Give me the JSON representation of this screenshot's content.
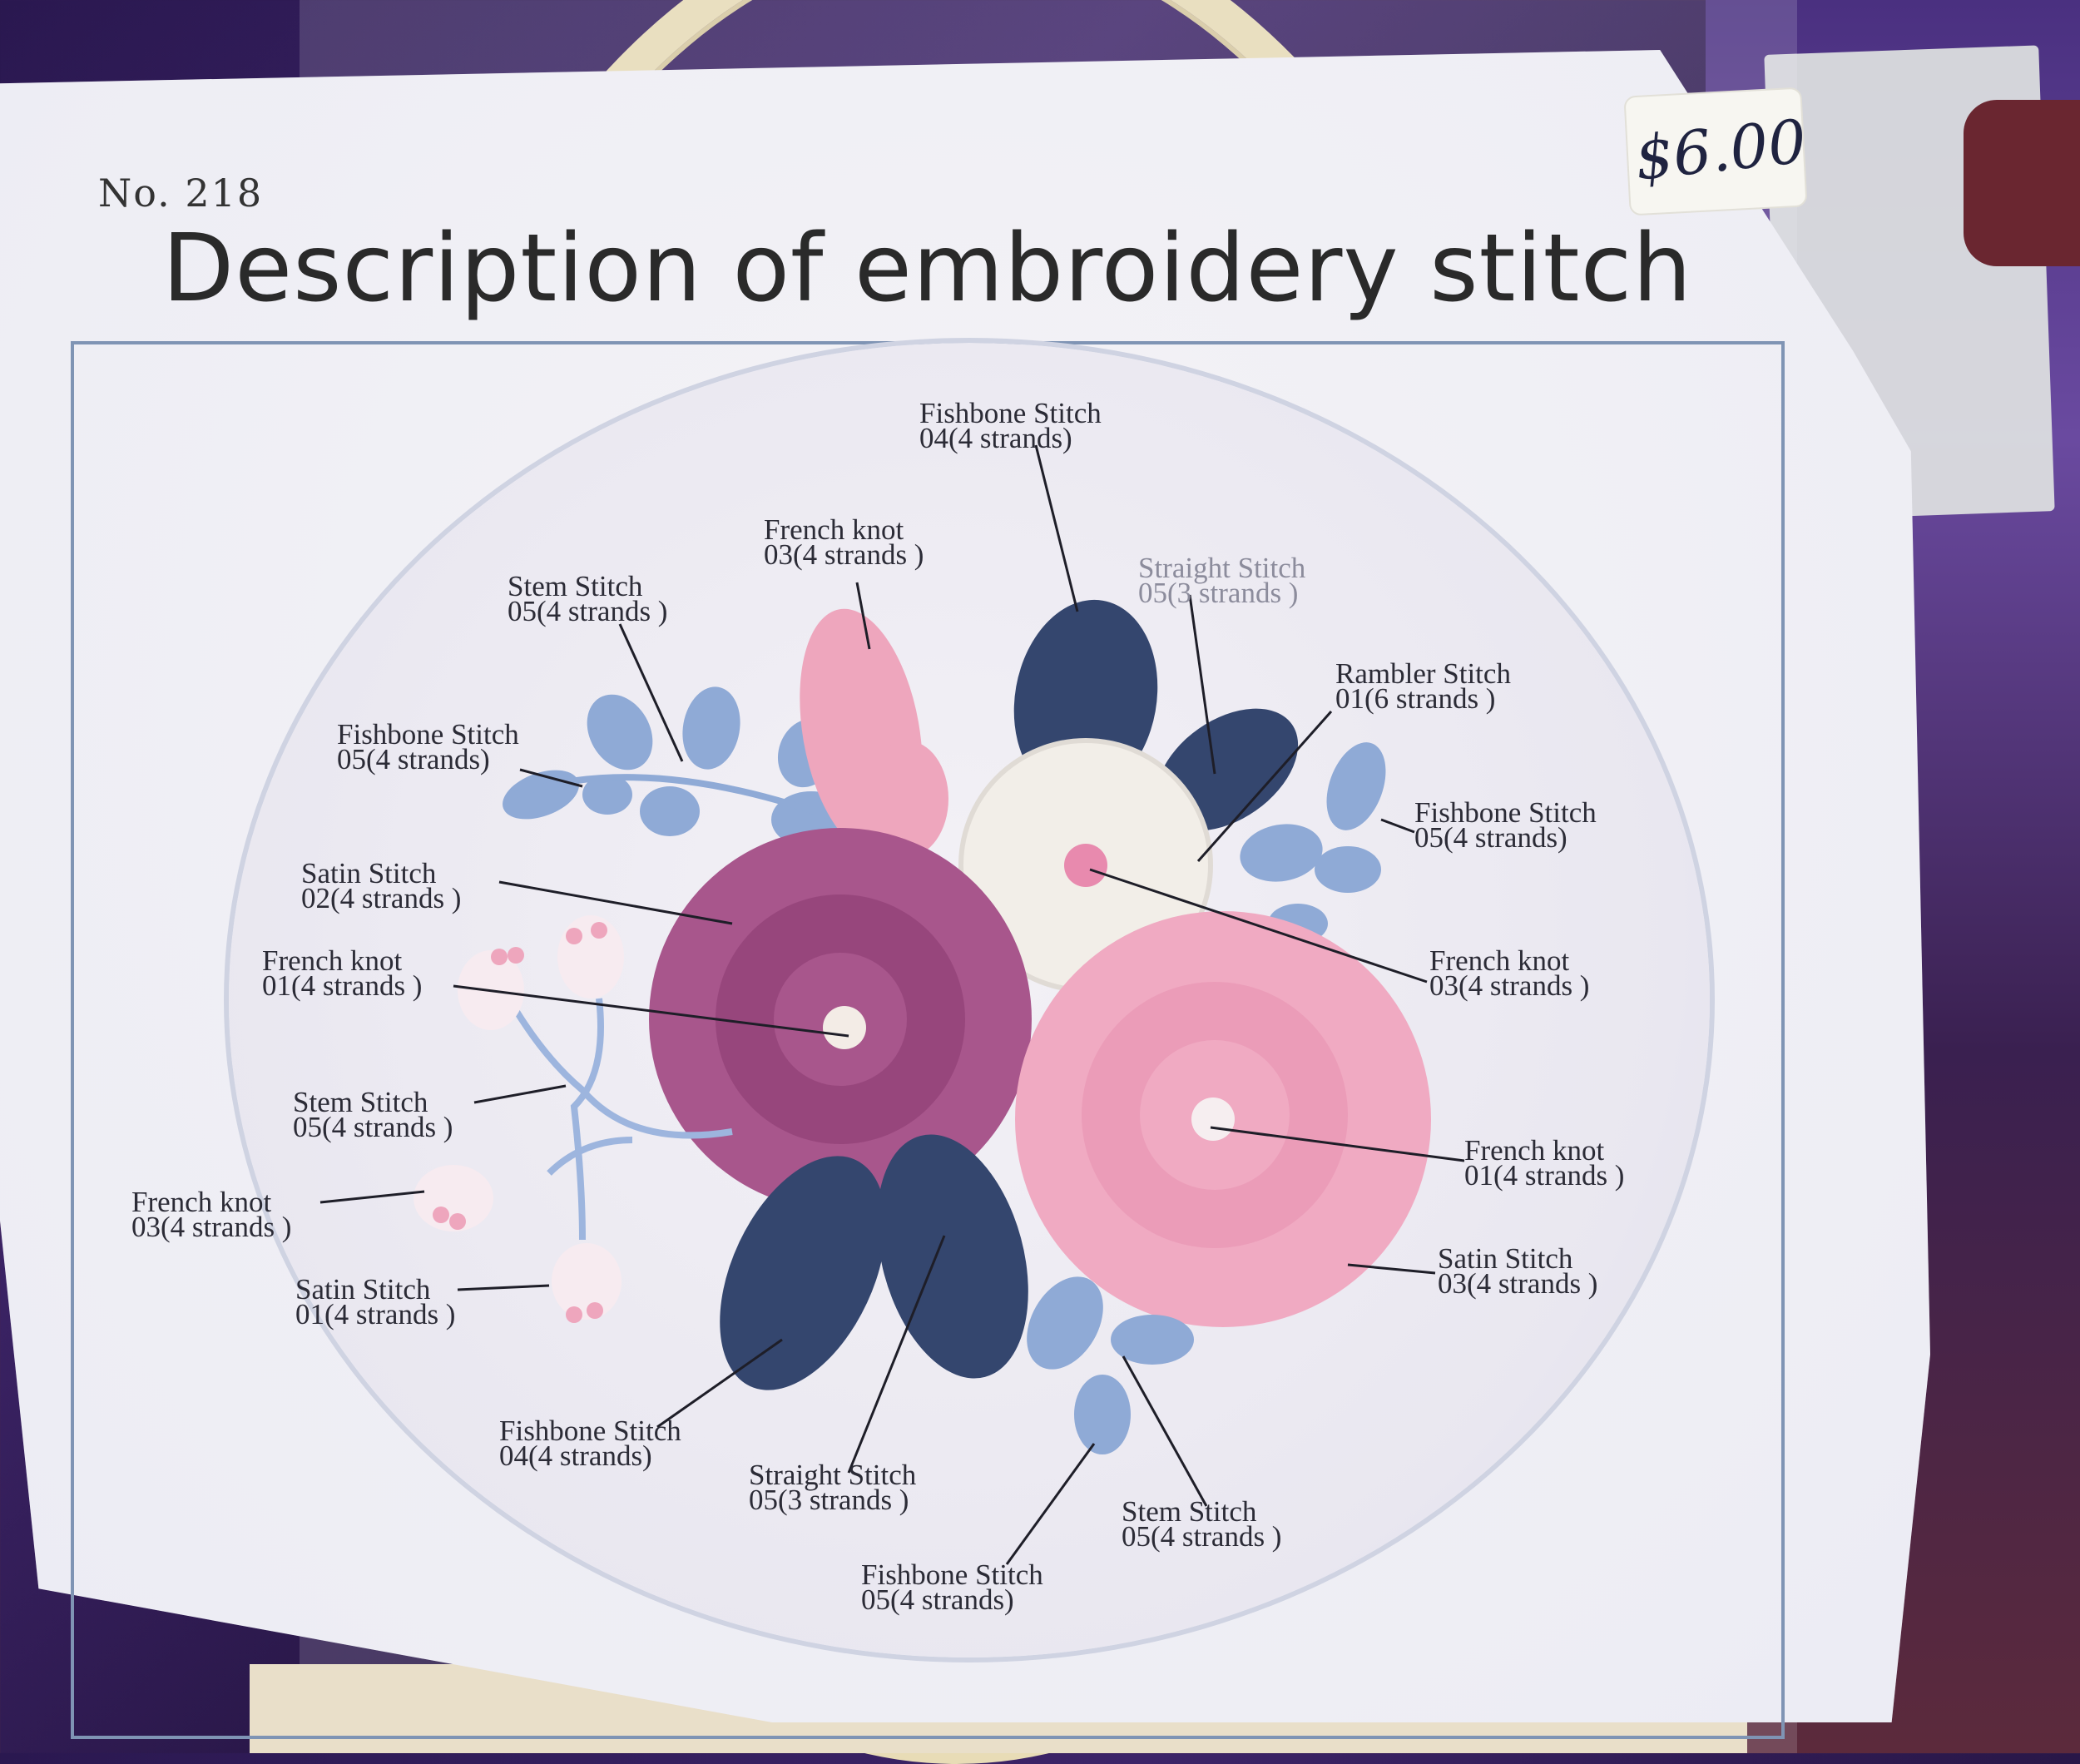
{
  "model_number": "No. 218",
  "price": "$6.00",
  "title": "Description of embroidery stitch",
  "labels": [
    {
      "stitch": "Fishbone Stitch",
      "thread": "04(4 strands)"
    },
    {
      "stitch": "French knot",
      "thread": "03(4 strands )"
    },
    {
      "stitch": "Straight Stitch",
      "thread": "05(3 strands )"
    },
    {
      "stitch": "Stem Stitch",
      "thread": "05(4 strands )"
    },
    {
      "stitch": "Rambler Stitch",
      "thread": "01(6 strands )"
    },
    {
      "stitch": "Fishbone Stitch",
      "thread": "05(4 strands)"
    },
    {
      "stitch": "Fishbone Stitch",
      "thread": "05(4 strands)"
    },
    {
      "stitch": "Satin Stitch",
      "thread": "02(4 strands )"
    },
    {
      "stitch": "French knot",
      "thread": "03(4 strands )"
    },
    {
      "stitch": "French knot",
      "thread": "01(4 strands )"
    },
    {
      "stitch": "Stem Stitch",
      "thread": "05(4 strands )"
    },
    {
      "stitch": "French knot",
      "thread": "01(4 strands )"
    },
    {
      "stitch": "French knot",
      "thread": "03(4 strands )"
    },
    {
      "stitch": "Satin Stitch",
      "thread": "03(4 strands )"
    },
    {
      "stitch": "Satin Stitch",
      "thread": "01(4 strands )"
    },
    {
      "stitch": "Fishbone Stitch",
      "thread": "04(4 strands)"
    },
    {
      "stitch": "Straight Stitch",
      "thread": "05(3 strands )"
    },
    {
      "stitch": "Stem Stitch",
      "thread": "05(4 strands )"
    },
    {
      "stitch": "Fishbone Stitch",
      "thread": "05(4 strands)"
    }
  ],
  "colors": {
    "purple_flower": "#a8568c",
    "pink_flower": "#f0aac2",
    "white_flower": "#f2eee8",
    "navy_leaf": "#34466e",
    "light_blue_leaf": "#8faad6",
    "pink_knots": "#eea6bd"
  }
}
